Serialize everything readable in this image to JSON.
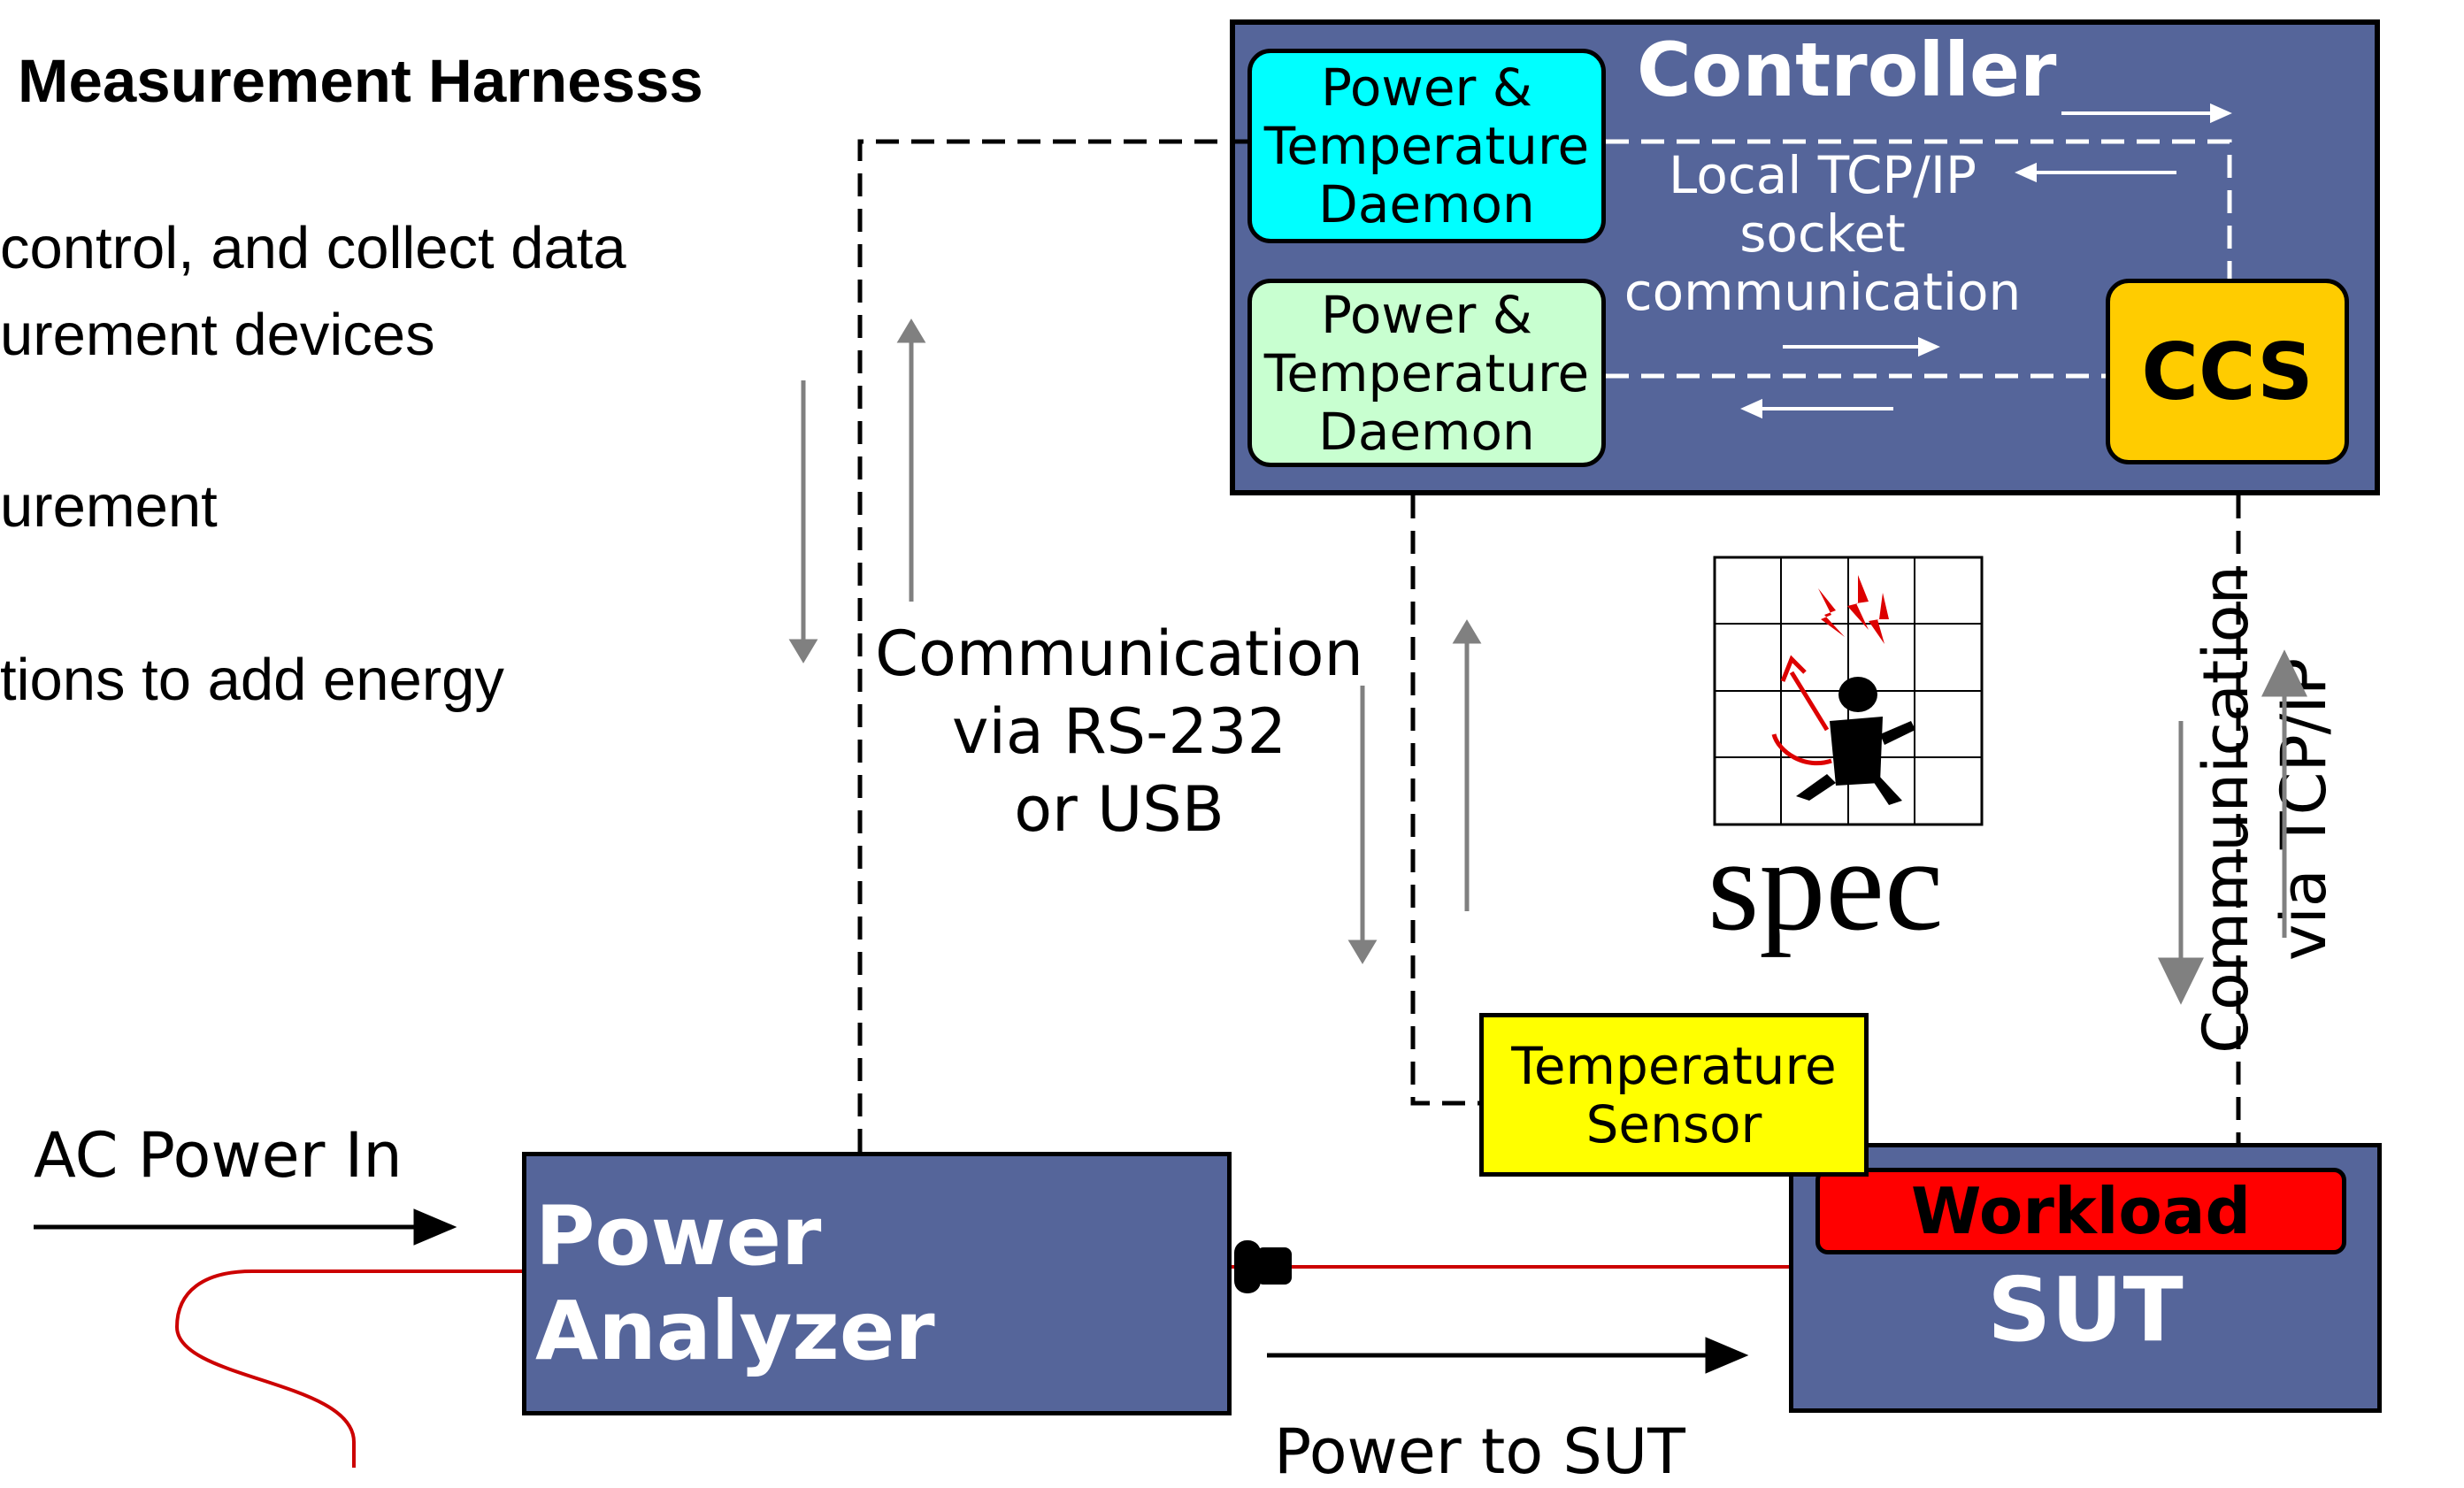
{
  "slide": {
    "heading": "Measurement Harnesss",
    "bullets": [
      "control, and collect data",
      "urement devices",
      "urement",
      "tions to add energy"
    ]
  },
  "diagram": {
    "controller": {
      "title": "Controller",
      "daemon_top_lines": [
        "Power &",
        "Temperature",
        "Daemon"
      ],
      "daemon_bottom_lines": [
        "Power &",
        "Temperature",
        "Daemon"
      ],
      "local_comm_lines": [
        "Local TCP/IP",
        "socket",
        "communication"
      ],
      "ccs_label": "CCS"
    },
    "rs232_comm_lines": [
      "Communication",
      "via RS-232",
      "or USB"
    ],
    "tcpip_comm_lines": [
      "Communication",
      "via TCP/IP"
    ],
    "sensor_lines": [
      "Temperature",
      "Sensor"
    ],
    "power_analyzer_label": "Power Analyzer",
    "ac_power_in_label": "AC Power In",
    "power_to_sut_label": "Power to SUT",
    "workload_label": "Workload",
    "sut_label": "SUT",
    "logo_text": "spec",
    "colors": {
      "box_blue": "#55659a",
      "daemon_cyan": "#00ffff",
      "daemon_green": "#c8ffd0",
      "ccs_orange": "#ffcc00",
      "sensor_yellow": "#ffff00",
      "workload_red": "#ff0000",
      "power_line_red": "#cc0000"
    }
  }
}
